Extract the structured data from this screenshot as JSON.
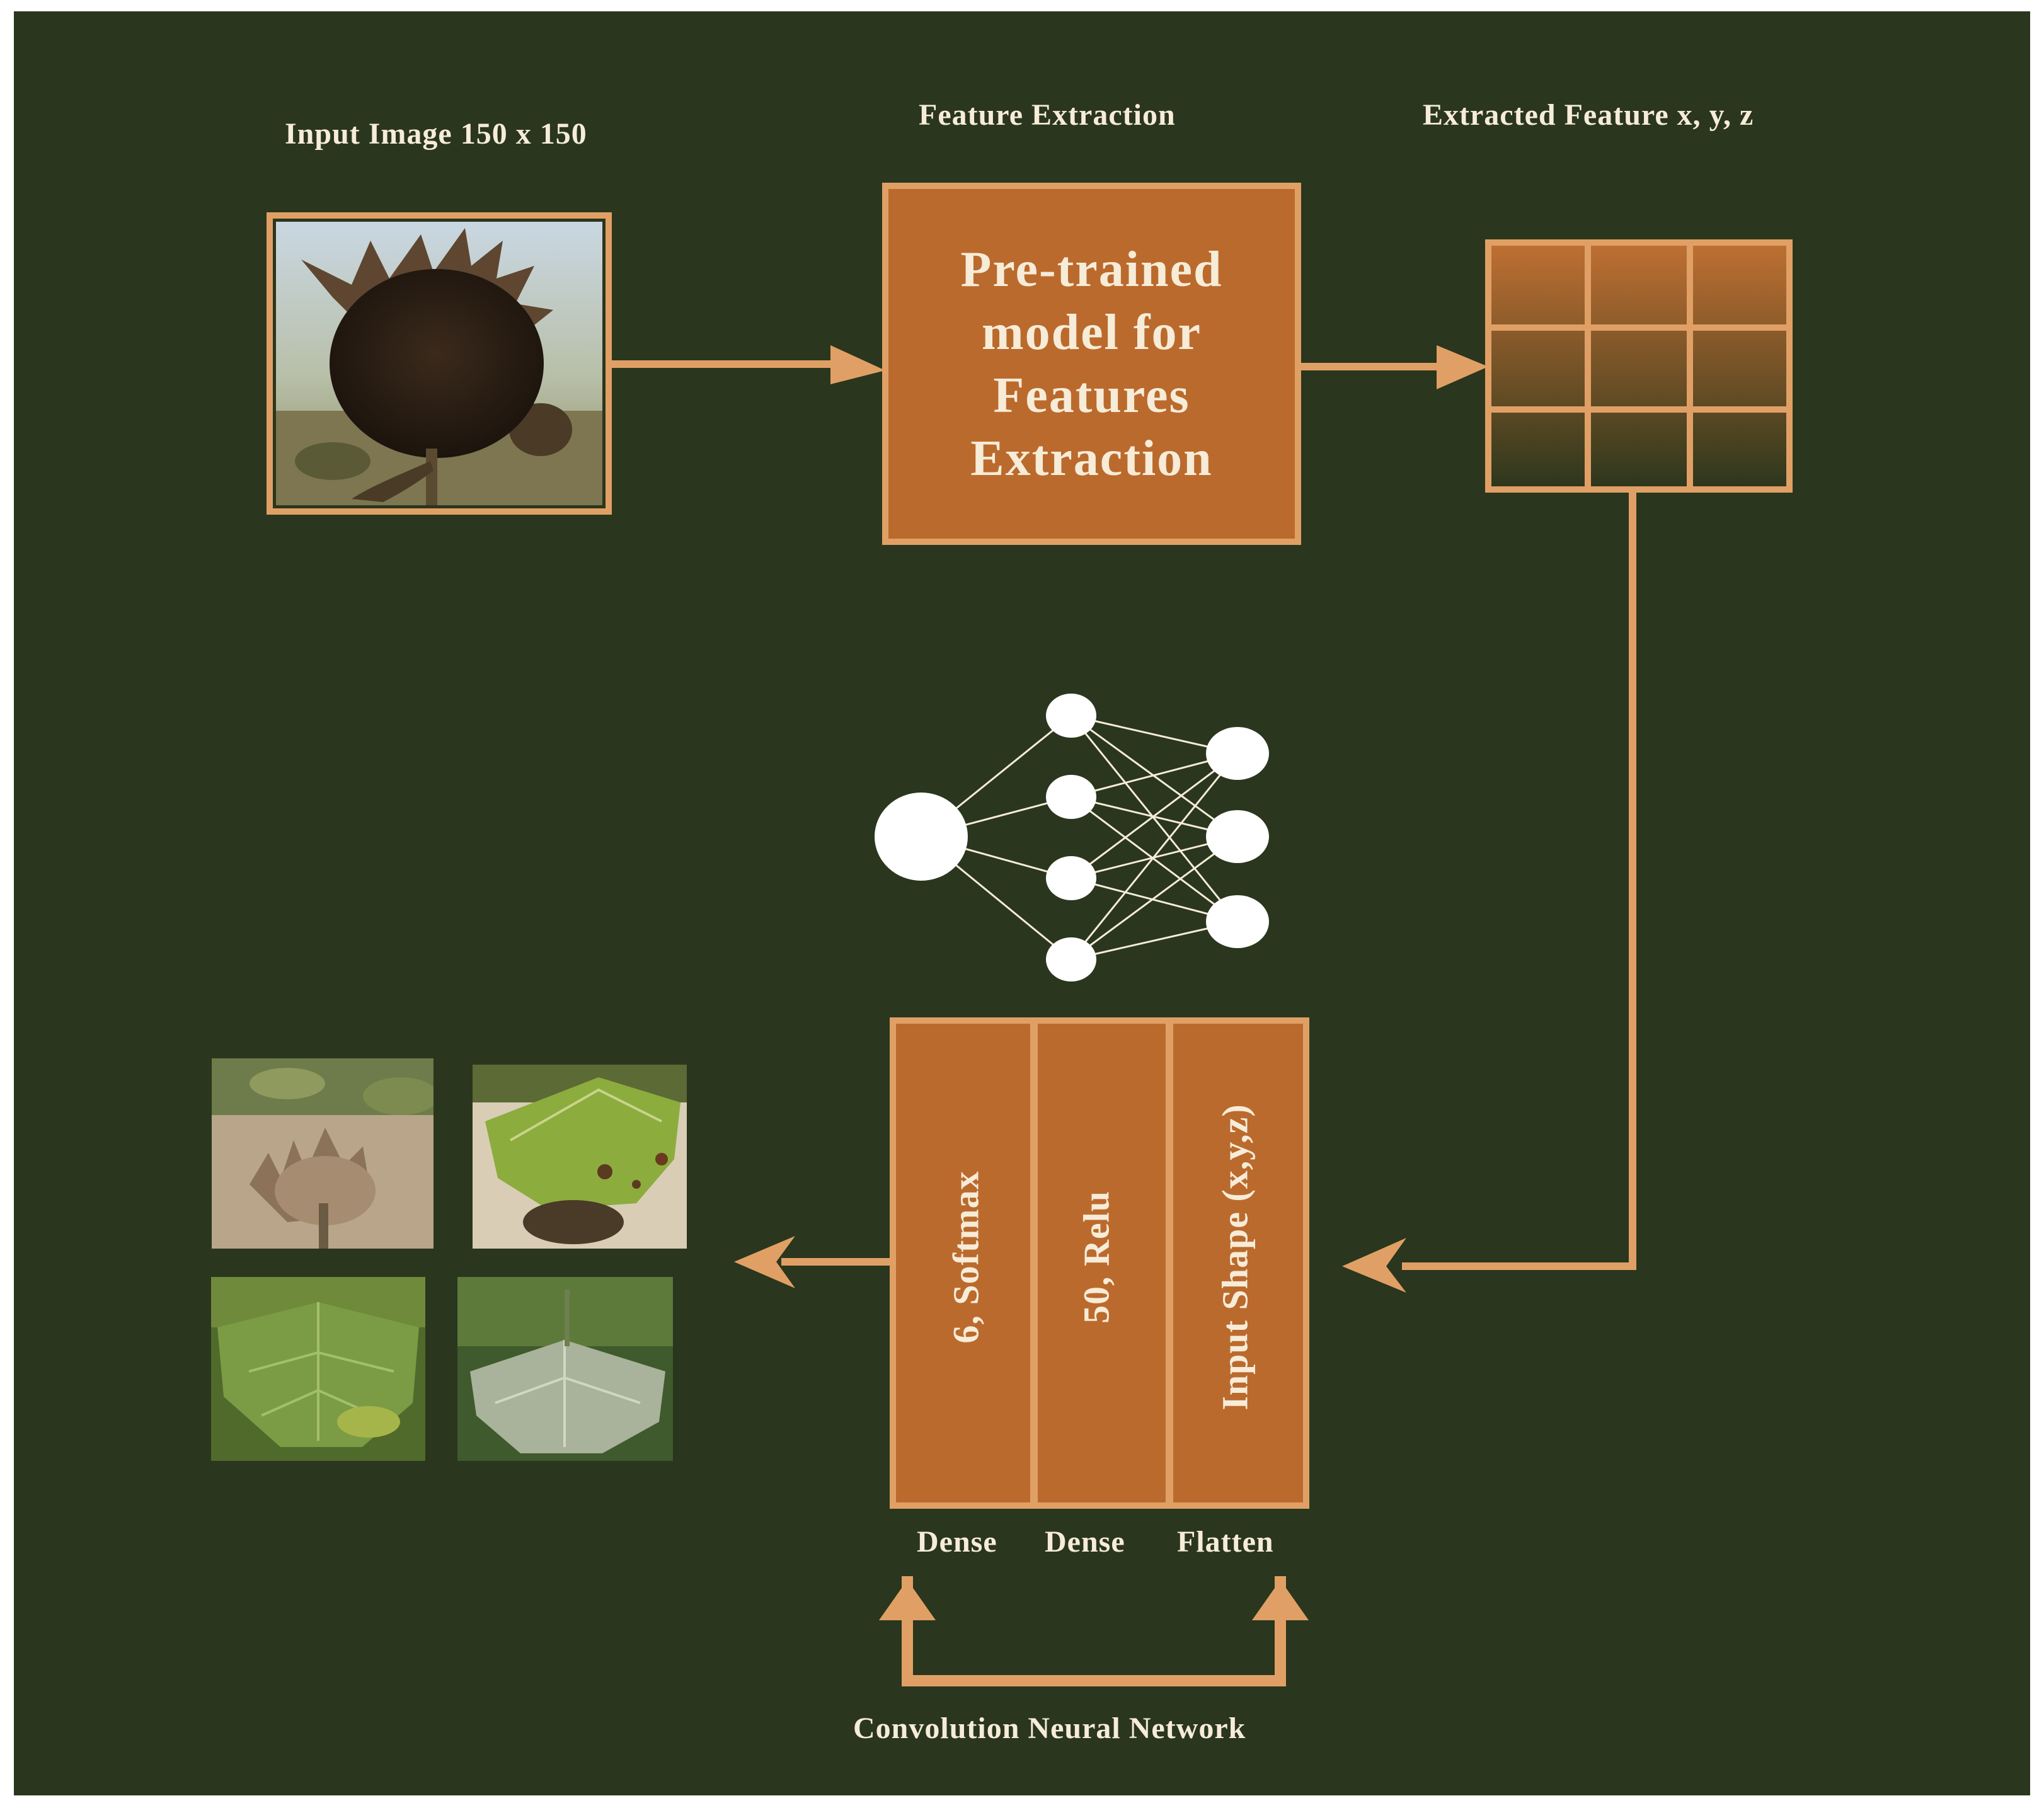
{
  "labels": {
    "input_image": "Input Image 150 x 150",
    "feature_extraction": "Feature Extraction",
    "extracted_feature": "Extracted Feature x, y, z",
    "pretrained_model": "Pre-trained\nmodel for\nFeatures\nExtraction",
    "cnn_caption": "Convolution Neural Network"
  },
  "layers": [
    {
      "text": "6, Softmax",
      "type": "Dense"
    },
    {
      "text": "50, Relu",
      "type": "Dense"
    },
    {
      "text": "Input Shape (x,y,z)",
      "type": "Flatten"
    }
  ],
  "colors": {
    "background": "#2a361d",
    "accent": "#e0a065",
    "box_fill": "#bb6a2d",
    "text": "#f6ecd8"
  }
}
